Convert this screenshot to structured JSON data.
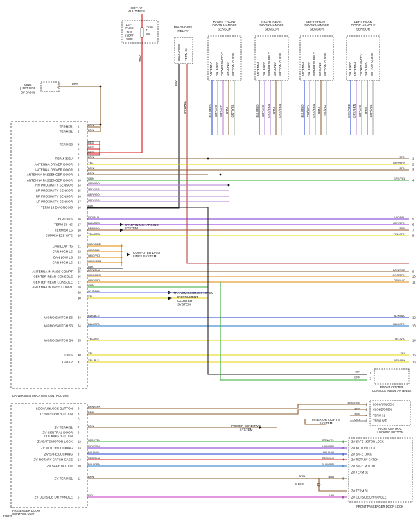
{
  "diagram_id": "329976",
  "top": {
    "hot_label": "HOT AT\nALL TIMES",
    "fuse_box_label": "LEFT\nFUSE\nBOX\n(LEFT\nSIDE\nOF\nDASH)",
    "fuse_label": "FUSE\n41\n10A",
    "diag_relay_label": "DIAGNOSIS\nRELAY",
    "relay_pins": [
      "DIAGNOSIS",
      "TERM 83"
    ],
    "mb25_label": "MB25\n(LEFT SIDE\nOF DASH)",
    "wire_red": "RED",
    "wire_blk": "BLK",
    "wire_brnred": "BRN/RED",
    "wire_brn": "BRN"
  },
  "sensors": [
    {
      "title": "RIGHT FRONT\nDOOR HANDLE\nSENSOR",
      "pins": [
        "ANTENNA",
        "ANTENNA",
        "POWER SUPPLY",
        "GROUND",
        "BUTTON CLOSE"
      ],
      "wires": [
        "BLU/RED",
        "GRY/VIO",
        "GRY/VIO",
        "BRN",
        "GRY/YEL"
      ]
    },
    {
      "title": "RIGHT REAR\nDOOR HANDLE\nSENSOR",
      "pins": [
        "ANTENNA",
        "ANTENNA",
        "POWER SUPPLY",
        "GROUND",
        "BUTTON CLOSE"
      ],
      "wires": [
        "BLU/RED",
        "GRY/VIO",
        "GRY/BRN",
        "BRN",
        "GRY/BRN"
      ]
    },
    {
      "title": "LEFT FRONT\nDOOR HANDLE\nSENSOR",
      "pins": [
        "ANTENNA",
        "ANTENNA",
        "POWER SUPPLY",
        "GROUND",
        "BUTTON CLOSE"
      ],
      "wires": [
        "BLU/RED",
        "VIO/GRY",
        "GRY/BRN",
        "BRN",
        "YEL/VIO"
      ]
    },
    {
      "title": "LEFT REAR\nDOOR HANDLE\nSENSOR",
      "pins": [
        "ANTENNA",
        "ANTENNA",
        "POWER SUPPLY",
        "GROUND",
        "BUTTON CLOSE"
      ],
      "wires": [
        "GRY/RED",
        "GRY/BRN",
        "GRY/VIO",
        "BRN",
        "GRY/YEL"
      ]
    }
  ],
  "dicu": {
    "title": "DRIVER IDENTIFICATION CONTROL UNIT",
    "rows": [
      {
        "label": "TERM 31",
        "pin": "1",
        "wire": "BRN",
        "color": "#8B5A2B"
      },
      {
        "label": "TERM 31",
        "pin": "2",
        "wire": "BRN",
        "color": "#8B5A2B"
      },
      {
        "label": "TERM 30",
        "pin": "4",
        "wire": "RED",
        "color": "#d11"
      },
      {
        "label": "",
        "pin": "5",
        "wire": "RED",
        "color": "#d11"
      },
      {
        "label": "",
        "pin": "6",
        "wire": "RED",
        "color": "#d11"
      },
      {
        "label": "TERM 30EV",
        "pin": "7",
        "wire": "BRN",
        "color": "#8B5A2B",
        "right": "BRN",
        "rpin": "1"
      },
      {
        "label": "ANTENNA DRIVER DOOR",
        "pin": "8",
        "wire": "YEL",
        "color": "#e6d600",
        "right": "GRY/BRN",
        "rpin": "2"
      },
      {
        "label": "ANTENNA DRIVER DOOR",
        "pin": "9",
        "wire": "BRN",
        "color": "#8B5A2B",
        "right": "BRN",
        "rpin": "3"
      },
      {
        "label": "ANTENNA PASSENGER DOOR",
        "pin": "1",
        "wire": "BRN",
        "color": "#8B5A2B"
      },
      {
        "label": "ANTENNA PASSENGER DOOR",
        "pin": "10",
        "wire": "GRN",
        "color": "#3a3",
        "right": "GRY/YEL",
        "rpin": "4"
      },
      {
        "label": "RR PROXIMITY SENSOR",
        "pin": "14",
        "wire": "GRY/VIO",
        "color": "#b07cd0"
      },
      {
        "label": "LR PROXIMITY SENSOR",
        "pin": "15",
        "wire": "GRY/VIO",
        "color": "#b07cd0"
      },
      {
        "label": "RF PROXIMITY SENSOR",
        "pin": "16",
        "wire": "GRY/VIO",
        "color": "#b07cd0"
      },
      {
        "label": "LF PROXIMITY SENSOR",
        "pin": "17",
        "wire": "GRY/VIO",
        "color": "#b07cd0"
      },
      {
        "label": "TERM 15 DIAGNOSIS",
        "pin": "14",
        "wire": "BLK",
        "color": "#222"
      },
      {
        "label": "ELV DATA",
        "pin": "16",
        "wire": "VIO/BLU",
        "color": "#7b2fd0",
        "right": "VIO/BLU",
        "rpin": "5"
      },
      {
        "label": "TERM 50 HS",
        "pin": "17",
        "wire": "BLK/RED",
        "color": "#8a2be2",
        "right": "GRY/BRN",
        "rpin": "6"
      },
      {
        "label": "TERM 50 LS",
        "pin": "18",
        "wire": "BRN/VIO",
        "color": "#a0522d",
        "right": "BRN",
        "rpin": "7"
      },
      {
        "label": "SUPPLY EZS WFS",
        "pin": "19",
        "wire": "YEL/GRN",
        "color": "#d7e000",
        "right": "YEL/GRN",
        "rpin": "8"
      },
      {
        "label": "CAN LOW HS",
        "pin": "21",
        "wire": "ORG/BRN",
        "color": "#e08a00"
      },
      {
        "label": "CAN HIGH LS",
        "pin": "22",
        "wire": "ORG/BLK",
        "color": "#e08a00"
      },
      {
        "label": "CAN LOW LS",
        "pin": "23",
        "wire": "ORG/VIO",
        "color": "#e08a00"
      },
      {
        "label": "CAN HIGH LS",
        "pin": "24",
        "wire": "ORG/GRN",
        "color": "#e08a00"
      },
      {
        "label": "",
        "pin": "25",
        "wire": "BLK",
        "color": "#222"
      },
      {
        "label": "ANTENNA IN PASS COMPT",
        "pin": "25",
        "wire": "BRN/BLU",
        "color": "#8B5A2B",
        "right": "BRN/RED",
        "rpin": "9"
      },
      {
        "label": "CENTER REAR CONSOLE",
        "pin": "26",
        "wire": "ORG/BRN",
        "color": "#e08a00",
        "right": "ORG/BRN",
        "rpin": "10"
      },
      {
        "label": "CENTER REAR CONSOLE",
        "pin": "27",
        "wire": "ORG/VIO",
        "color": "#e08a00",
        "right": "ORG/VIO",
        "rpin": "11"
      },
      {
        "label": "ANTENNA IN PASS COMPT",
        "pin": "28",
        "wire": "GRN",
        "color": "#3a3"
      },
      {
        "label": "",
        "pin": "29",
        "wire": "WHT/BLU",
        "color": "#5a6cff"
      },
      {
        "label": "",
        "pin": "30",
        "wire": "YEL",
        "color": "#e6d600"
      },
      {
        "label": "MICRO SWITCH S6",
        "pin": "33",
        "wire": "BLK/BLU",
        "color": "#1c3ccc",
        "right": "BLK/BLU",
        "rpin": "12"
      },
      {
        "label": "MICRO SWITCH S3",
        "pin": "34",
        "wire": "BLU/GRN",
        "color": "#1c7acc",
        "right": "BLU/GRN",
        "rpin": "13"
      },
      {
        "label": "MICRO SWITCH S4",
        "pin": "35",
        "wire": "YEL/VIO",
        "color": "#e6d600",
        "right": "YEL/VIO",
        "rpin": "14"
      },
      {
        "label": "DATA",
        "pin": "40",
        "wire": "YEL",
        "color": "#e6d600",
        "right": "YEL",
        "rpin": "15"
      },
      {
        "label": "DATA 2",
        "pin": "41",
        "wire": "YEL/BLK",
        "color": "#e6d600",
        "right": "YEL/BLK",
        "rpin": "16"
      }
    ]
  },
  "refs": {
    "starting": "STARTING/CHARGING\nSYSTEM",
    "computer": "COMPUTER DATA\nLINES SYSTEM",
    "transmission": "TRANSMISSIONS SYSTEM",
    "cluster": "INSTRUMENT\nCLUSTER\nSYSTEM",
    "power_windows": "POWER WINDOWS\nSYSTEM",
    "interior_lights": "INTERIOR LIGHTS\nSYSTEM"
  },
  "front_center": {
    "title": "FRONT CENTER\nCONSOLE INSIDE ANTENNA",
    "rows": [
      {
        "pin": "1",
        "wire": "BLK"
      },
      {
        "pin": "2",
        "wire": "GRN"
      }
    ]
  },
  "rcl": {
    "title": "RIGHT CENTRAL\nLOCKING BUTTON",
    "rows": [
      {
        "wire": "BRN/GRN",
        "pin": "1",
        "label": "LOCK/UNLOCK"
      },
      {
        "wire": "BRN",
        "pin": "2",
        "label": "CLOSE/OPEN"
      },
      {
        "wire": "BRN",
        "pin": "4",
        "label": "TERM 31"
      },
      {
        "wire": "GRY",
        "pin": "3",
        "label": "TERM 58D"
      }
    ]
  },
  "pdcu": {
    "title": "PASSENGER DOOR\nCONTROL UNIT",
    "rows": [
      {
        "label": "LOCK/UNLOCK BUTTON",
        "pin": "6",
        "wire": "BRN/GRN",
        "color": "#8B5A2B"
      },
      {
        "label": "TERM 31 PW BUTTON",
        "pin": "8",
        "wire": "BRN",
        "color": "#8B5A2B"
      },
      {
        "label": "",
        "pin": "A",
        "wire": "",
        "color": "#8B5A2B"
      },
      {
        "label": "ZV TERM 31",
        "pin": "7",
        "wire": "BRN",
        "color": "#8B5A2B"
      },
      {
        "label": "ZV CENTRAL DOOR\nLOCKING BUTTON",
        "pin": "9",
        "wire": "",
        "color": "#8B5A2B"
      },
      {
        "label": "ZV SAFE MOTOR LOCK",
        "pin": "12",
        "wire": "GRN/YEL",
        "color": "#3a3",
        "rlabel": "GRN/YEL",
        "rpin": "1"
      },
      {
        "label": "ZV MOTOR LOCKING",
        "pin": "13",
        "wire": "VIO/GRN",
        "color": "#7b2fd0",
        "rlabel": "VIO/GRN",
        "rpin": "2"
      },
      {
        "label": "ZV SAFE LOCKING",
        "pin": "8",
        "wire": "BLU/VIO",
        "color": "#1c3ccc",
        "rlabel": "BLU/VIO",
        "rpin": "3"
      },
      {
        "label": "ZV ROTARY CATCH CASE",
        "pin": "14",
        "wire": "RED/BLU",
        "color": "#d11",
        "rlabel": "RED/BLU",
        "rpin": "4"
      },
      {
        "label": "ZV SAFE MOTOR",
        "pin": "10",
        "wire": "BLU/GRN",
        "color": "#1c7acc",
        "rlabel": "BLU/GRN",
        "rpin": "5"
      },
      {
        "label": "ZV TERM 31",
        "pin": "11",
        "wire": "BRN",
        "color": "#8B5A2B",
        "rlabel": "BRN",
        "rpin": "6"
      },
      {
        "label": "ZV OUTSIDE DR HANDLE",
        "pin": "5",
        "wire": "VIO",
        "color": "#c030c0",
        "rlabel": "VIO",
        "rpin": "8"
      }
    ]
  },
  "fpdl": {
    "title": "FRONT PASSENGER DOOR LOCK",
    "rows": [
      "ZV SAFE MOTOR LOCK",
      "ZV MOTOR LOCK",
      "ZV SAFE LOCK",
      "ZV ROTARY CATCH",
      "ZV SAFE MOTOR",
      "ZV TERM 31",
      "",
      "ZV TERM 31",
      "ZV OUTSIDE DR HANDLE"
    ],
    "w_pas": "W PAS",
    "w_pas_wire": "BRN"
  }
}
